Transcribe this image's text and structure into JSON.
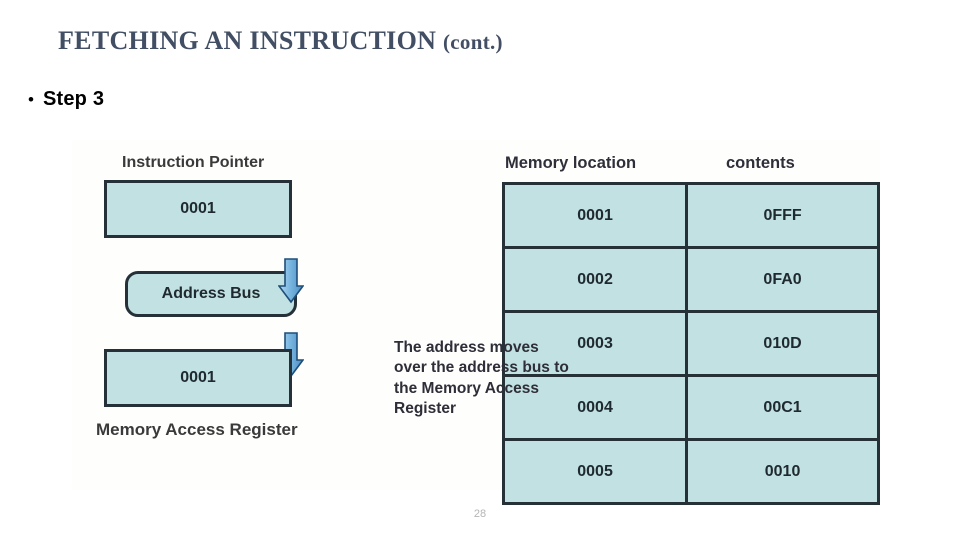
{
  "slide": {
    "title_main": "FETCHING AN INSTRUCTION ",
    "title_cont": "(cont.)",
    "bullet_marker": "•",
    "bullet_text": "Step 3",
    "slide_number": "28"
  },
  "diagram": {
    "instruction_pointer_label": "Instruction Pointer",
    "instruction_pointer_value": "0001",
    "address_bus_label": "Address Bus",
    "memory_access_register_value": "0001",
    "memory_access_register_label": "Memory Access Register",
    "note": "The address moves over the address bus to the Memory Access Register",
    "arrow_top_name": "down-arrow-upper",
    "arrow_bottom_name": "down-arrow-lower"
  },
  "memory_table": {
    "header_location": "Memory location",
    "header_contents": "contents",
    "rows": [
      {
        "location": "0001",
        "contents": "0FFF"
      },
      {
        "location": "0002",
        "contents": "0FA0"
      },
      {
        "location": "0003",
        "contents": "010D"
      },
      {
        "location": "0004",
        "contents": "00C1"
      },
      {
        "location": "0005",
        "contents": "0010"
      }
    ]
  },
  "colors": {
    "title": "#414e63",
    "box_fill": "#c2e1e2",
    "box_border": "#253038",
    "arrow_light": "#93c7ea",
    "arrow_dark": "#4a8fc6",
    "arrow_outline": "#1f4e79",
    "slide_number": "#b5b5b5"
  }
}
